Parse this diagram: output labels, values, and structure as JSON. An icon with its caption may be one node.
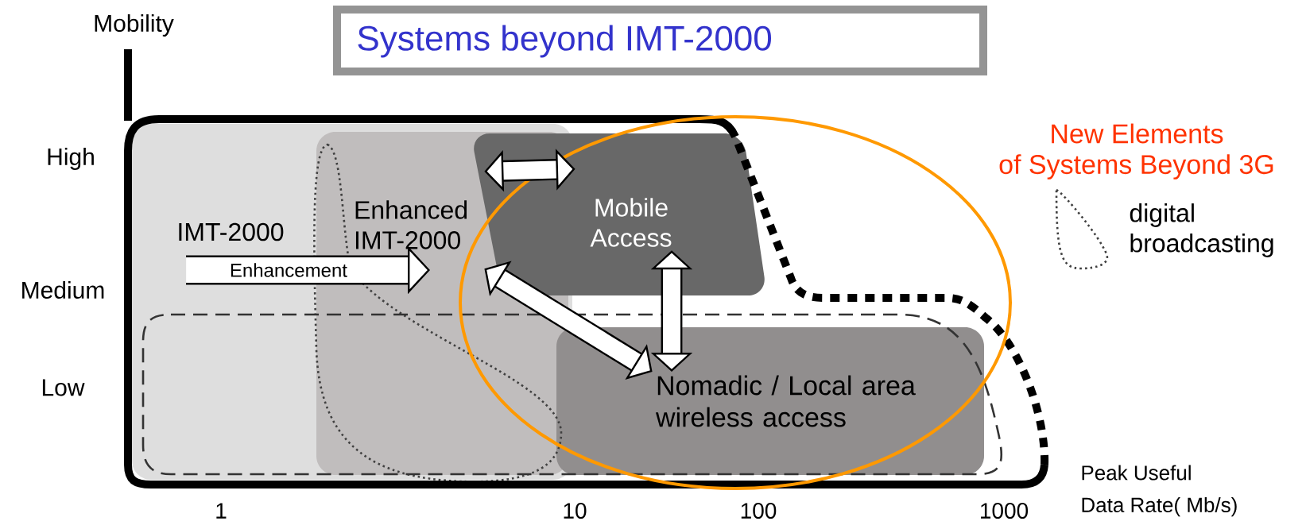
{
  "diagram": {
    "title": "Systems beyond IMT-2000",
    "nodes": [
      {
        "text": [
          "IMT-2000"
        ]
      },
      {
        "text": [
          "Enhanced IMT-2000"
        ]
      },
      {
        "text": [
          "Mobile Access"
        ]
      },
      {
        "text": [
          "Nomadic / Local area wireless access"
        ]
      }
    ],
    "edges": [
      {
        "from": 0,
        "to": 1,
        "arrow": "to",
        "label": "Enhancement"
      },
      {
        "from": 1,
        "to": 2,
        "arrow": "both"
      },
      {
        "from": 1,
        "to": 3,
        "arrow": "both"
      },
      {
        "from": 2,
        "to": 3,
        "arrow": "both"
      }
    ],
    "labels": [
      "Mobility",
      "New Elements",
      "of Systems Beyond 3G",
      "High",
      "Medium",
      "Low",
      "Peak Useful",
      "Data Rate( Mb/s)",
      "1",
      "10",
      "100",
      "1000"
    ],
    "legend": [
      {
        "text": "digital broadcasting"
      }
    ]
  }
}
